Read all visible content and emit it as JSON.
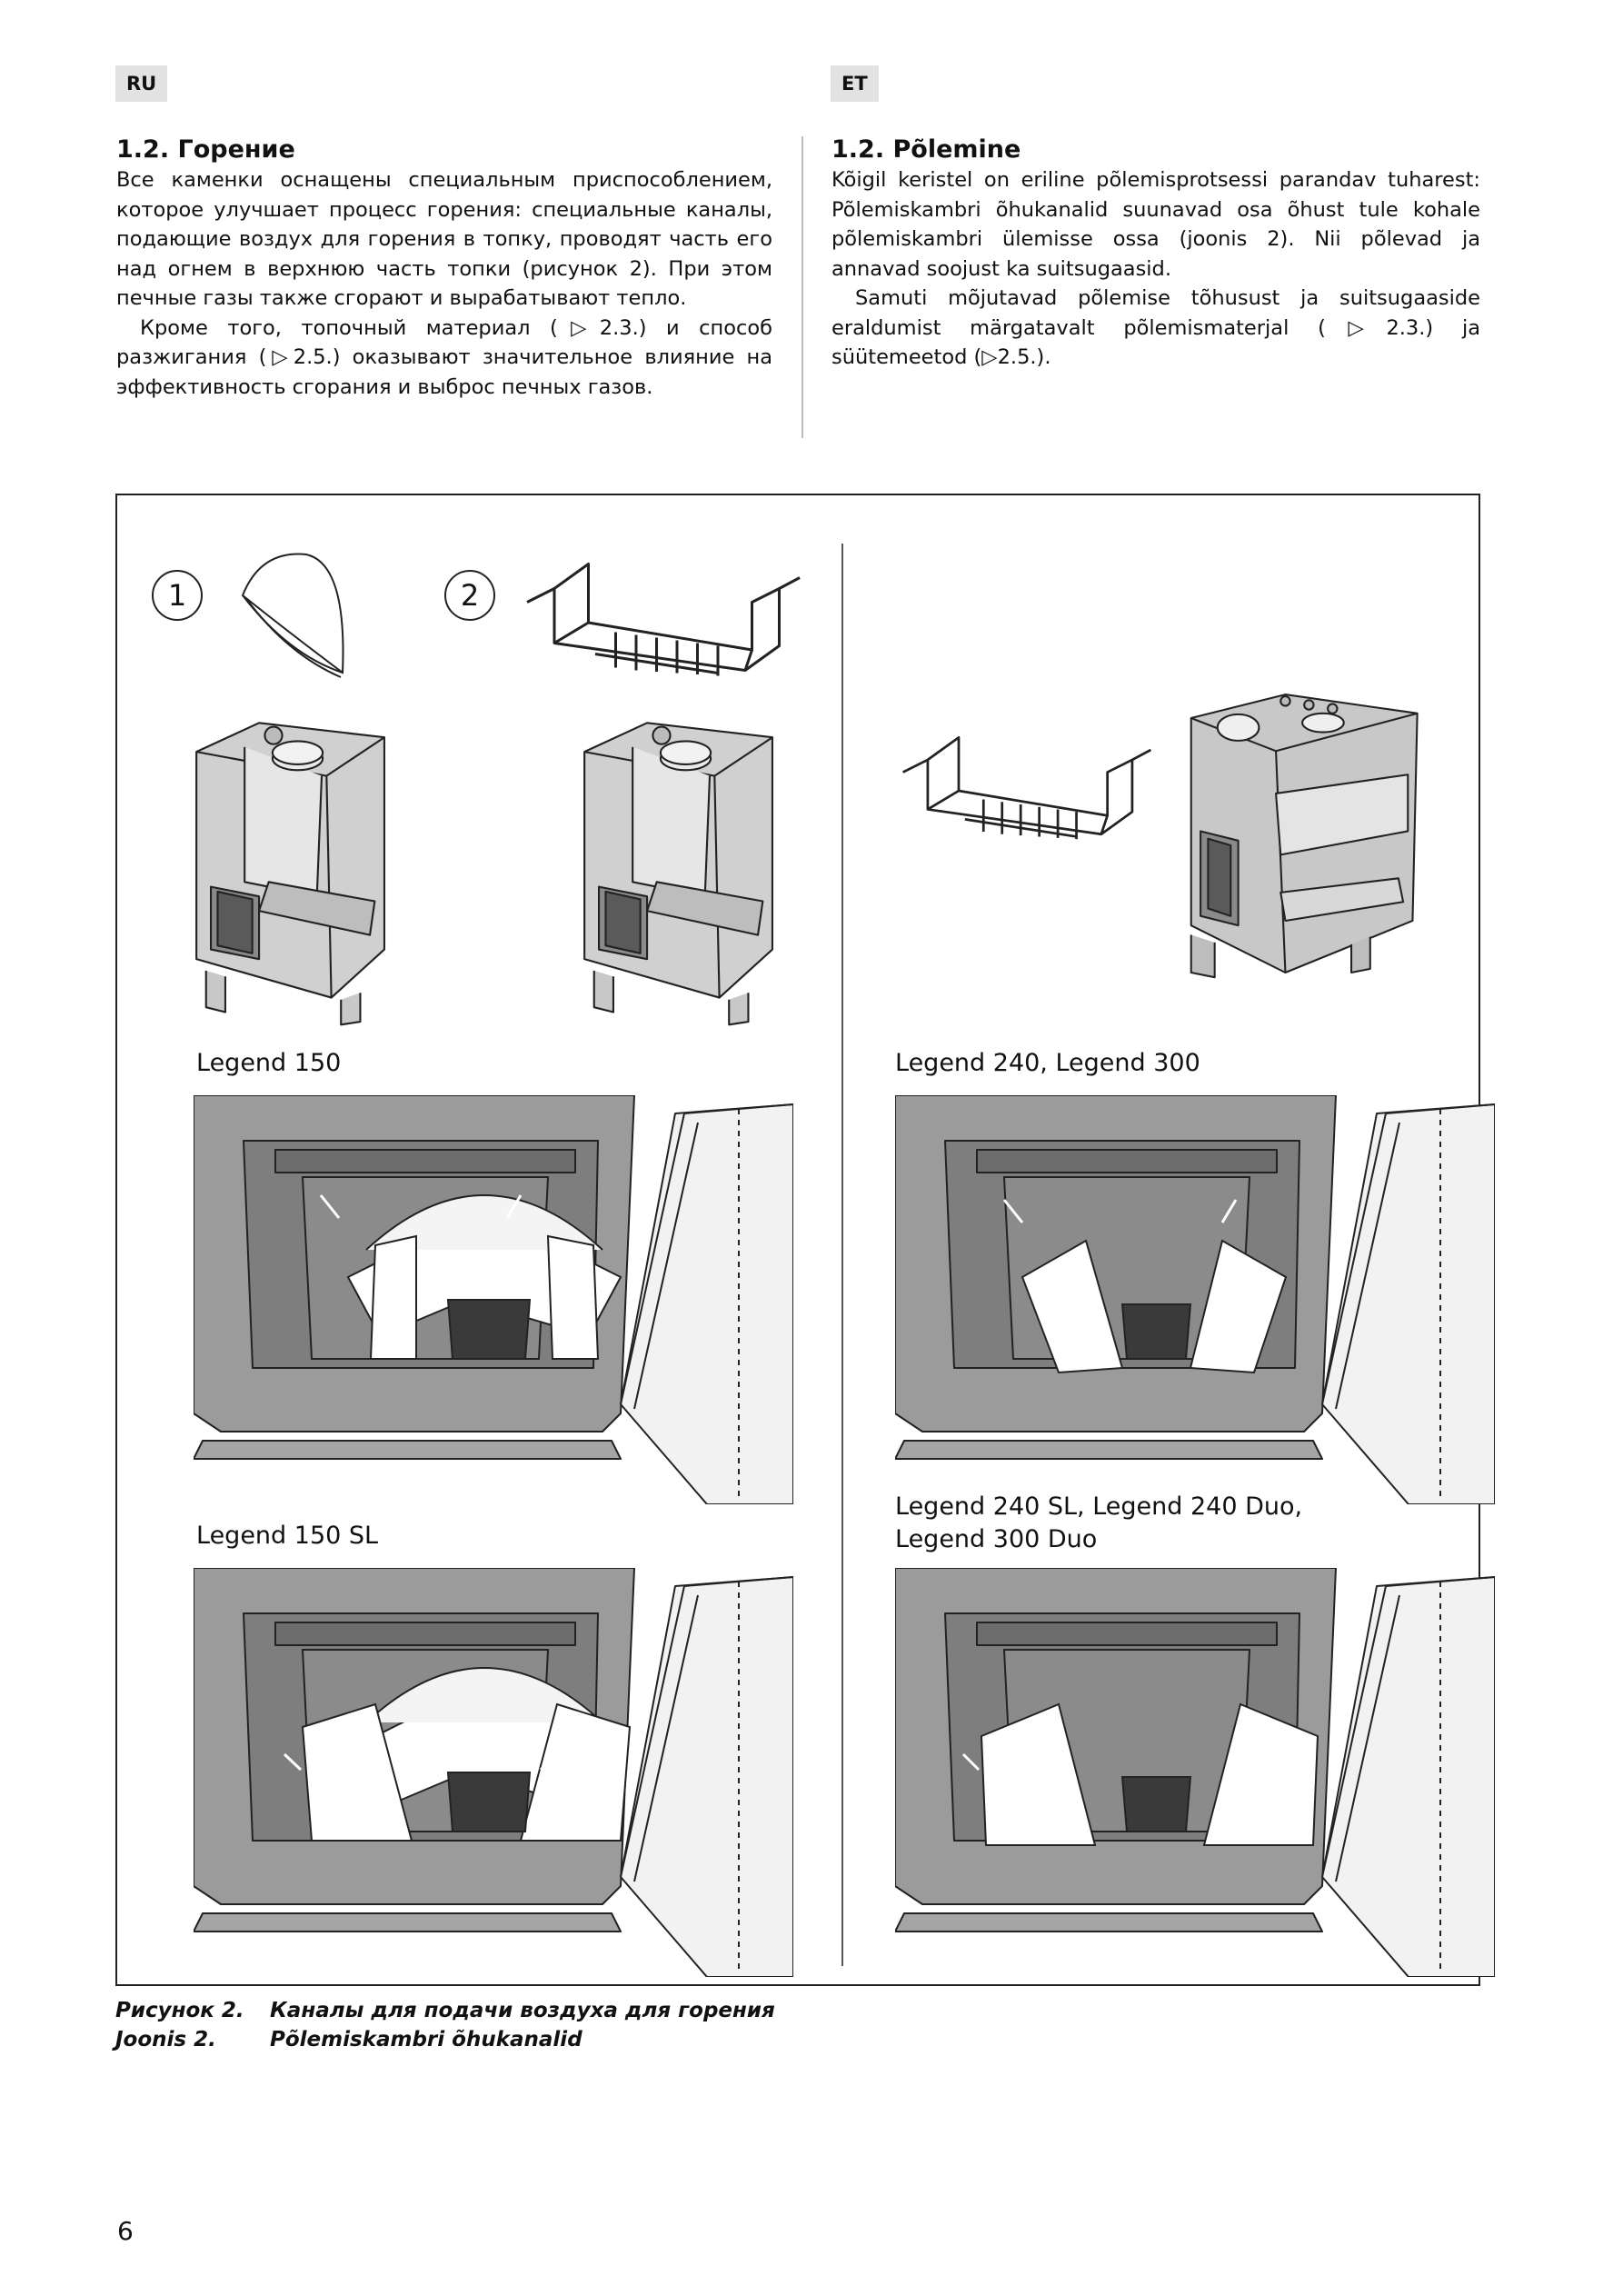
{
  "ru": {
    "lang": "RU",
    "heading": "1.2. Горение",
    "paragraphs": [
      "Все каменки оснащены специальным приспособлением, которое улучшает процесс горения: специальные каналы, подающие воздух для горения в топку, проводят часть его над огнем в верхнюю часть топки (рисунок 2). При этом печные газы также сгорают и вырабатывают тепло.",
      "Кроме того, топочный материал (▷2.3.) и способ разжигания (▷2.5.) оказывают значительное влияние на эффективность сгорания и выброс печных газов."
    ]
  },
  "et": {
    "lang": "ET",
    "heading": "1.2. Põlemine",
    "paragraphs": [
      "Kõigil keristel on eriline põlemisprotsessi parandav tuharest: Põlemiskambri õhukanalid suunavad osa õhust tule kohale põlemiskambri ülemisse ossa (joonis 2). Nii põlevad ja annavad soojust ka suitsugaasid.",
      "Samuti mõjutavad põlemise tõhusust ja suitsugaaside eraldumist märgatavalt põlemismaterjal (▷2.3.) ja süütemeetod (▷2.5.)."
    ]
  },
  "figure": {
    "markers": [
      "1",
      "2"
    ],
    "labels": {
      "legend150": "Legend 150",
      "legend240": "Legend 240, Legend 300",
      "legend150sl": "Legend 150 SL",
      "legend240sl_line1": "Legend 240 SL, Legend 240 Duo,",
      "legend240sl_line2": "Legend 300 Duo"
    }
  },
  "caption": {
    "ru_num": "Рисунок 2.",
    "ru_text": "Каналы для подачи воздуха для горения",
    "et_num": "Joonis 2.",
    "et_text": "Põlemiskambri õhukanalid"
  },
  "page_number": "6"
}
